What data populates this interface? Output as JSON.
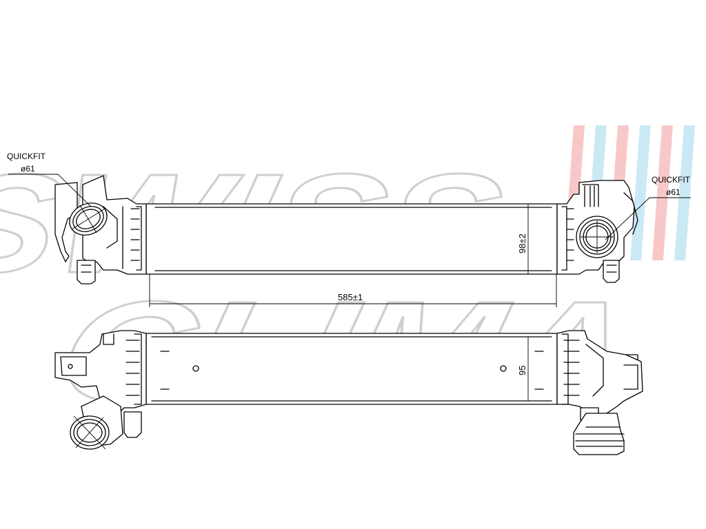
{
  "watermark": {
    "line1": "SWISS",
    "line2": "CLIMA",
    "stripe_colors": [
      "#f5b5b5",
      "#b9e2f0",
      "#f5b5b5",
      "#b9e2f0",
      "#f5b5b5",
      "#b9e2f0"
    ]
  },
  "top_view": {
    "left_connector": {
      "label": "QUICKFIT",
      "diameter": "ø61"
    },
    "right_connector": {
      "label": "QUICKFIT",
      "diameter": "ø61"
    },
    "height_dim": "98±2",
    "length_dim": "585±1"
  },
  "bottom_view": {
    "height_dim": "95"
  }
}
